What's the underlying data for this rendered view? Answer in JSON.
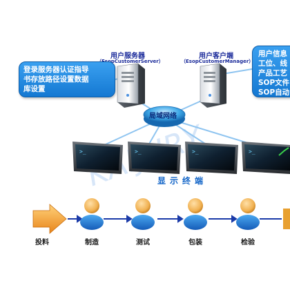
{
  "server": {
    "title": "用户服务器",
    "subtitle": "（EsopCustomerServer）"
  },
  "client": {
    "title": "用户客户端",
    "subtitle": "（EsopCustomerManager）"
  },
  "callout_left": {
    "lines": [
      "登录服务器认证指导",
      "书存放路径设置数据",
      "库设置"
    ]
  },
  "callout_right": {
    "lines": [
      "用户信息",
      "工位、线",
      "产品工艺",
      "SOP文件",
      "SOP自动"
    ]
  },
  "hub": {
    "label": "局域网络"
  },
  "terminals": {
    "title": "显示终端",
    "count": 4
  },
  "watermark": "KAIJURY",
  "process_steps": [
    {
      "label": "投料",
      "icon": "feed-arrow-icon"
    },
    {
      "label": "制造",
      "icon": "worker-icon"
    },
    {
      "label": "测试",
      "icon": "worker-icon"
    },
    {
      "label": "包装",
      "icon": "worker-icon"
    },
    {
      "label": "检验",
      "icon": "worker-icon"
    }
  ],
  "colors": {
    "label_blue": "#1a2a9a",
    "callout_blue": "#1478d2",
    "hub_blue": "#3fa9e8",
    "arrow_blue": "#1a3aa8",
    "feed_orange": "#f2a22a"
  }
}
